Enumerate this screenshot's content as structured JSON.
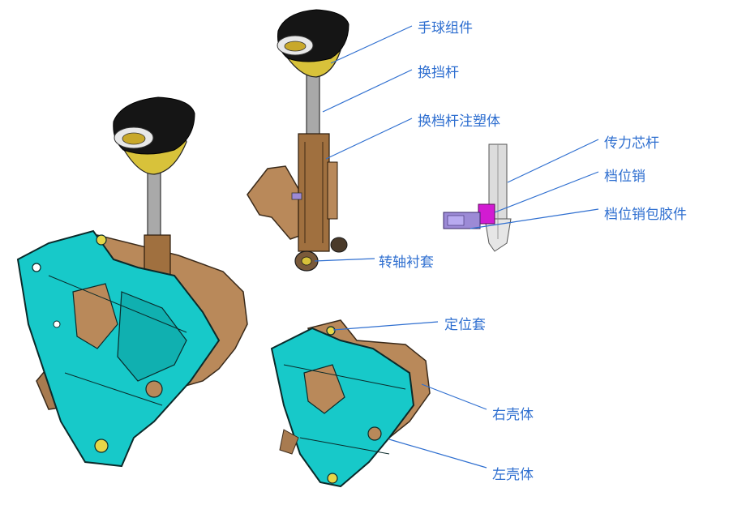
{
  "labels": {
    "knob": "手球组件",
    "lever": "换挡杆",
    "lever_molding": "换档杆注塑体",
    "core_rod": "传力芯杆",
    "detent_pin": "档位销",
    "detent_pin_overmold": "档位销包胶件",
    "pivot_bushing": "转轴衬套",
    "locating_sleeve": "定位套",
    "right_housing": "右壳体",
    "left_housing": "左壳体"
  },
  "colors": {
    "callout": "#2f6fd0",
    "knob_black": "#151515",
    "knob_yellow": "#d8c23a",
    "housing_cyan": "#17c9c9",
    "housing_brown": "#b9895a",
    "shaft_grey": "#a9a9a9",
    "pin_magenta": "#d21bd2",
    "pin_violet": "#9c8ad6"
  }
}
